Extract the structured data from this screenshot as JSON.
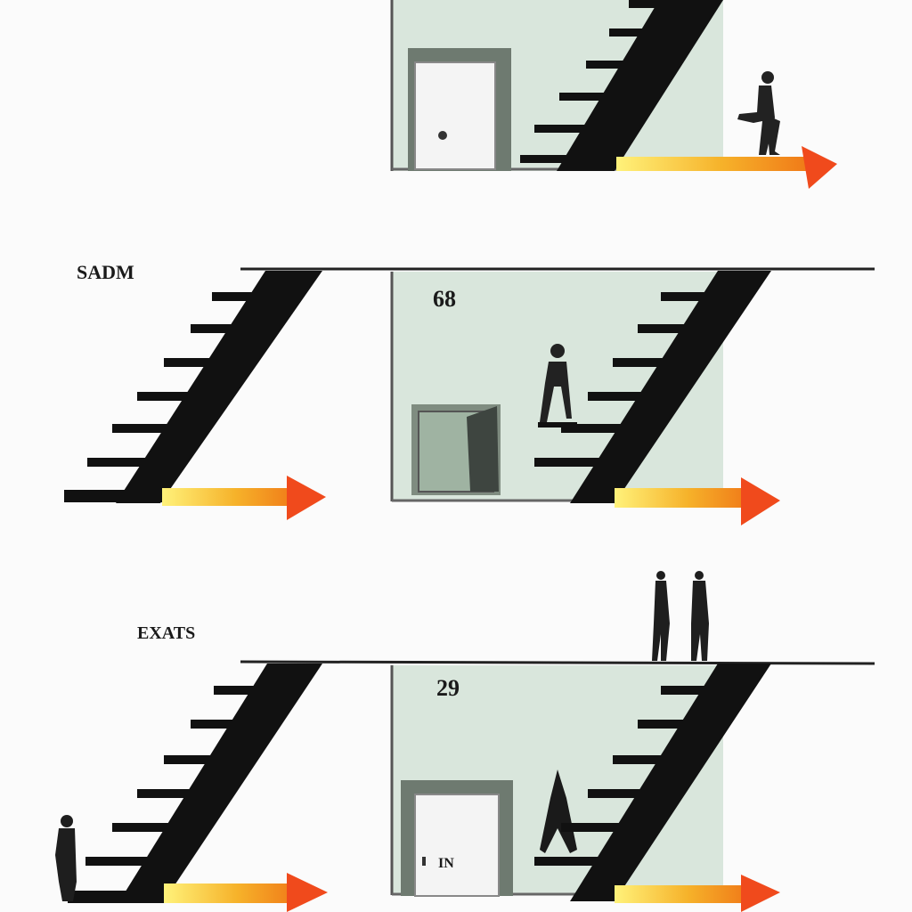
{
  "labels": {
    "row2_left": "SADM",
    "row2_room": "68",
    "row3_left": "EXATS",
    "row3_room": "29",
    "row3_door": "IN"
  },
  "colors": {
    "wall": "#d9e6dc",
    "stair": "#111111",
    "door_frame": "#6e7a70",
    "door": "#f4f4f4",
    "arrow_start": "#fff27a",
    "arrow_end": "#f07a18",
    "arrow_head": "#f04a1c"
  },
  "icons": [
    "staircase",
    "door",
    "person-icon",
    "arrow-right-icon"
  ]
}
